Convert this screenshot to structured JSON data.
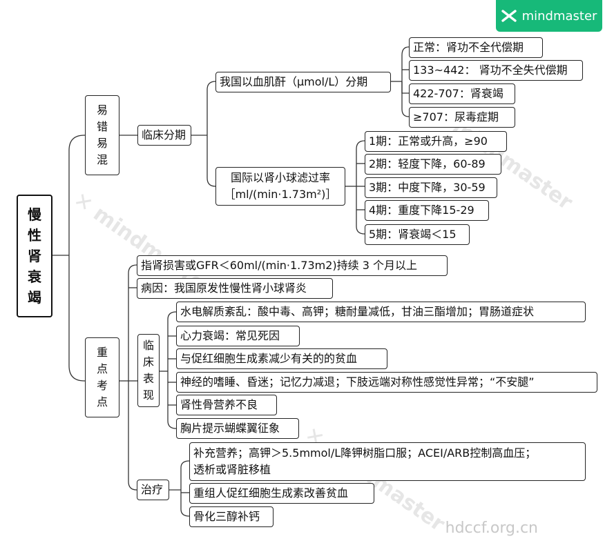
{
  "brand": {
    "name": "mindmaster",
    "color": "#17b979"
  },
  "watermark": "mindmaster",
  "site": "hdccf.org.cn",
  "root": "慢性肾衰竭",
  "branches": {
    "easy_confuse": {
      "label": "易错易混",
      "clinical_staging": {
        "label": "临床分期",
        "china": {
          "label": "我国以血肌酐（μmol/L）分期",
          "items": [
            "正常：肾功不全代偿期",
            "133~442：  肾功不全失代偿期",
            "422-707：肾衰竭",
            "≥707：尿毒症期"
          ]
        },
        "intl": {
          "label_line1": "国际以肾小球滤过率",
          "label_line2": "［ml/(min·1.73m²)］",
          "items": [
            "1期：正常或升高，≥90",
            "2期：轻度下降，60-89",
            "3期：中度下降，30-59",
            "4期：重度下降15-29",
            "5期：肾衰竭＜15"
          ]
        }
      }
    },
    "key_points": {
      "label": "重点考点",
      "definition": "指肾损害或GFR＜60ml/(min·1.73m2)持续 3 个月以上",
      "cause": "病因：我国原发性慢性肾小球肾炎",
      "clinical": {
        "label": "临床表现",
        "items": [
          "水电解质紊乱：酸中毒、高钾；糖耐量减低，甘油三酯增加；胃肠道症状",
          "心力衰竭：常见死因",
          "与促红细胞生成素减少有关的的贫血",
          "神经的嗜睡、昏迷；记忆力减退；下肢远端对称性感觉性异常；“不安腿”",
          "肾性骨营养不良",
          "胸片提示蝴蝶翼征象"
        ]
      },
      "treatment": {
        "label": "治疗",
        "item1_line1": "补充营养；高钾＞5.5mmol/L降钾树脂口服；ACEI/ARB控制高血压；",
        "item1_line2": "透析或肾脏移植",
        "items": [
          "重组人促红细胞生成素改善贫血",
          "骨化三醇补钙"
        ]
      }
    }
  }
}
